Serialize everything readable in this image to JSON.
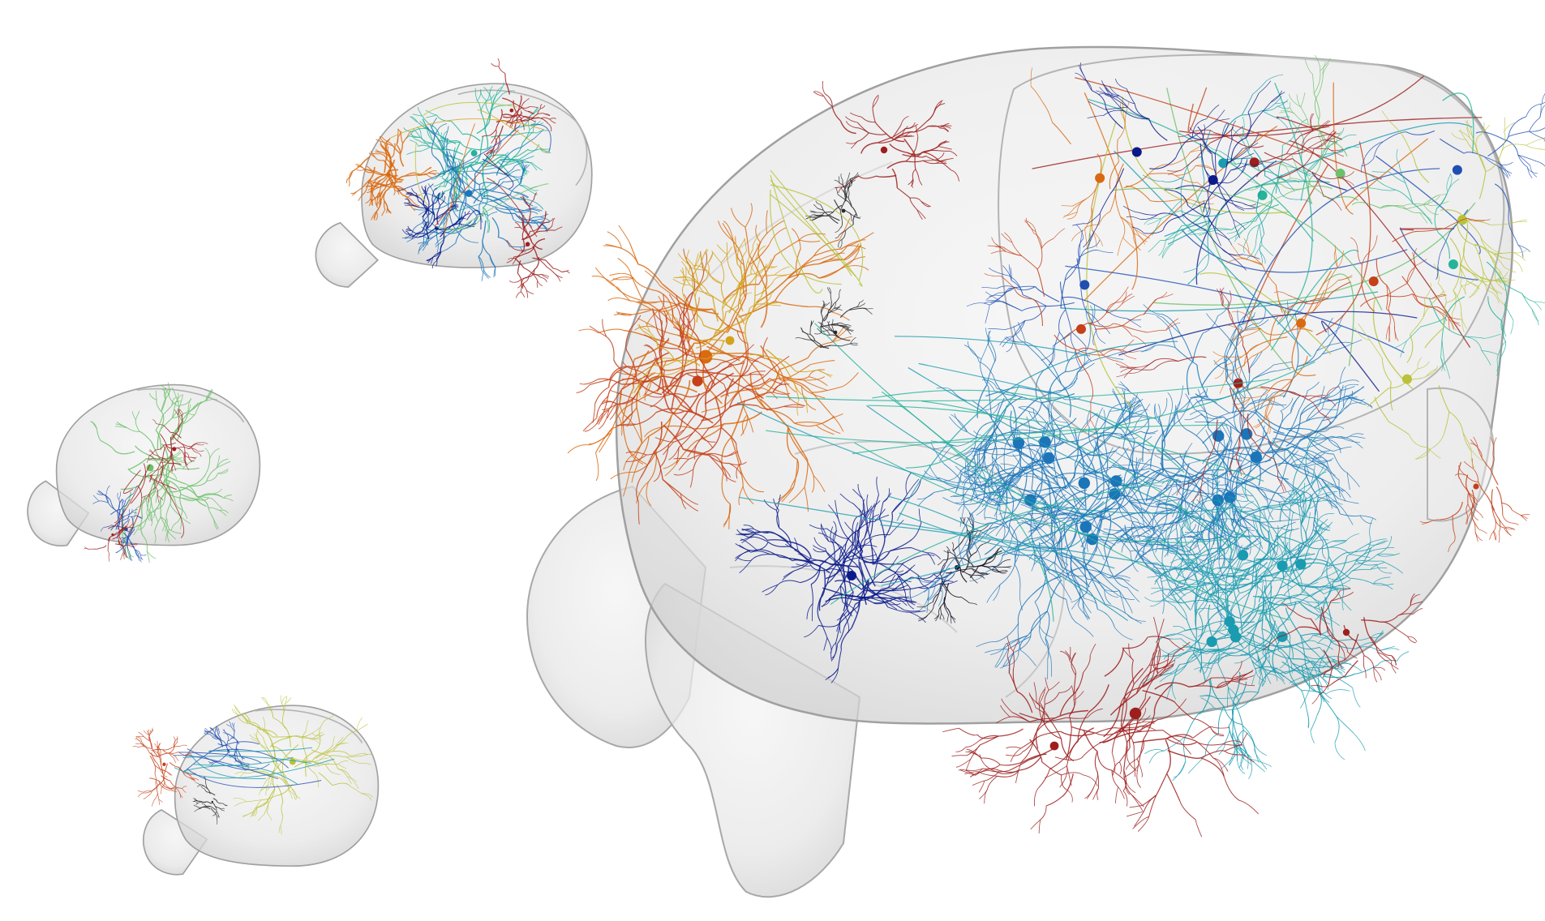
{
  "scene": {
    "background": "#ffffff",
    "brain_shell_color": "#d9d9d9",
    "brain_outline_color": "#9a9a9a",
    "neuron_palette": [
      "#0b1a8a",
      "#1f4fb3",
      "#1c75b8",
      "#1a9bb0",
      "#26b39a",
      "#6cc06a",
      "#b9c23a",
      "#d4a21b",
      "#d96a12",
      "#c4411a",
      "#9e1e1e",
      "#2a2a2a"
    ],
    "panels": [
      {
        "id": "main-brain",
        "dense": "high",
        "seed": 11
      },
      {
        "id": "thumbnail-top",
        "dense": "medium",
        "seed": 23
      },
      {
        "id": "thumbnail-middle",
        "dense": "low",
        "seed": 37
      },
      {
        "id": "thumbnail-bottom",
        "dense": "low",
        "seed": 53
      }
    ]
  }
}
